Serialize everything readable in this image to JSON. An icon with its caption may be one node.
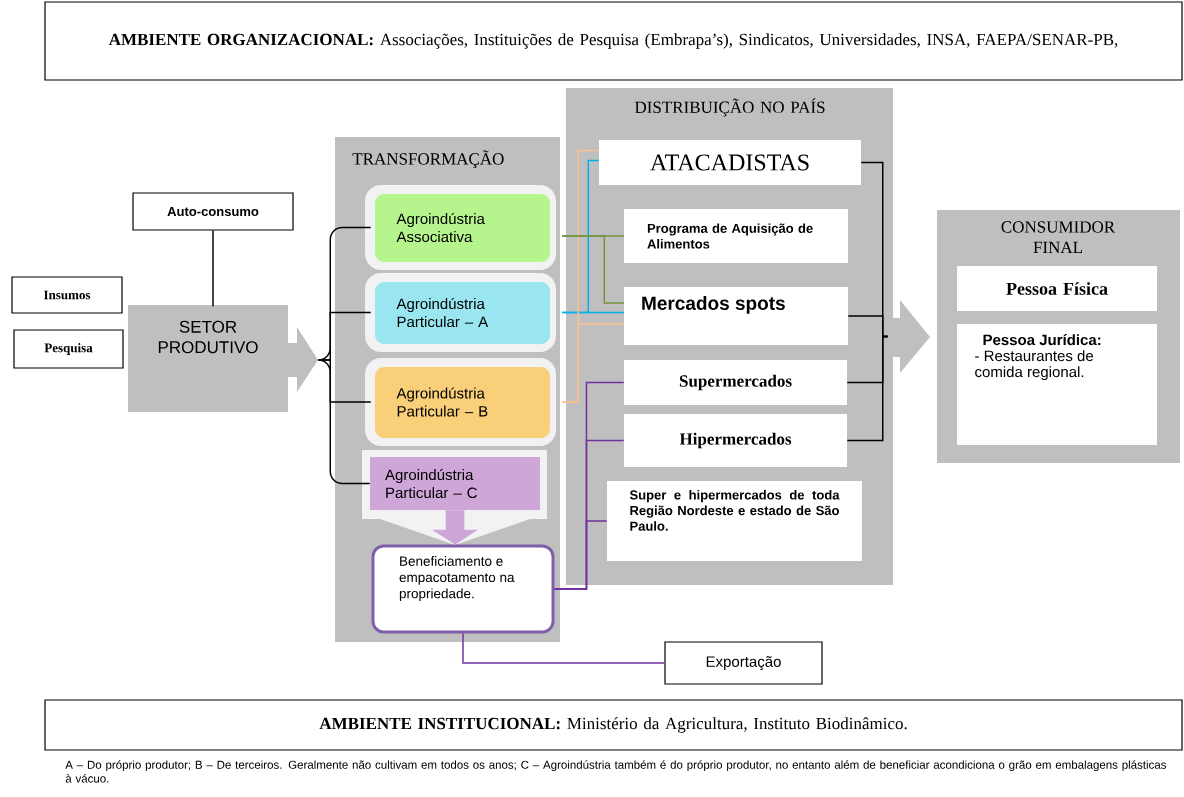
{
  "diagram": {
    "nodes": [
      {
        "text": [
          "**AMBIENTE ORGANIZACIONAL:** Associações, Instituições de Pesquisa (Embrapa’s), Sindicatos, Universidades, INSA, FAEPA/SENAR-PB,"
        ]
      },
      {
        "text": [
          "Auto-consumo"
        ]
      },
      {
        "text": [
          "Insumos"
        ]
      },
      {
        "text": [
          "Pesquisa"
        ]
      },
      {
        "text": [
          "SETOR PRODUTIVO"
        ]
      },
      {
        "text": [
          "TRANSFORMAÇÃO"
        ]
      },
      {
        "text": [
          "Agroindústria Associativa"
        ],
        "in": 5
      },
      {
        "text": [
          "Agroindústria Particular – A"
        ],
        "in": 5
      },
      {
        "text": [
          "Agroindústria Particular – B"
        ],
        "in": 5
      },
      {
        "text": [
          "Agroindústria Particular – C"
        ],
        "in": 5
      },
      {
        "text": [
          "Beneficiamento e empacotamento na propriedade."
        ],
        "in": 5
      },
      {
        "text": [
          "DISTRIBUIÇÃO NO PAÍS"
        ]
      },
      {
        "text": [
          "ATACADISTAS"
        ],
        "in": 11
      },
      {
        "text": [
          "Programa de Aquisição de Alimentos"
        ],
        "in": 11
      },
      {
        "text": [
          "Mercados spots"
        ],
        "in": 11
      },
      {
        "text": [
          "Supermercados"
        ],
        "in": 11
      },
      {
        "text": [
          "Hipermercados"
        ],
        "in": 11
      },
      {
        "text": [
          "Super e hipermercados de toda Região Nordeste e estado de São Paulo."
        ],
        "in": 11
      },
      {
        "text": [],
        "shape": "arrow"
      },
      {
        "text": [
          "CONSUMIDOR FINAL"
        ]
      },
      {
        "text": [
          "Pessoa Física"
        ],
        "in": 19
      },
      {
        "text": [
          "Pessoa Jurídica:",
          "- Restaurantes de comida regional."
        ],
        "in": 19
      },
      {
        "text": [
          "Exportação"
        ]
      },
      {
        "text": [
          "**AMBIENTE INSTITUCIONAL:** Ministério da Agricultura, Instituto Biodinâmico."
        ]
      }
    ],
    "edges": [
      {
        "from": 1,
        "to": 4,
        "arrow": "none"
      },
      {
        "from": 4,
        "to": 6,
        "arrow": "none"
      },
      {
        "from": 4,
        "to": 7,
        "arrow": "none"
      },
      {
        "from": 4,
        "to": 8,
        "arrow": "none"
      },
      {
        "from": 4,
        "to": 9,
        "arrow": "none"
      },
      {
        "from": 7,
        "to": 12,
        "arrow": "none",
        "color": "#00b0f0"
      },
      {
        "from": 7,
        "to": 14,
        "arrow": "none",
        "color": "#00b0f0"
      },
      {
        "from": 8,
        "to": 12,
        "arrow": "none",
        "color": "#fac08f"
      },
      {
        "from": 8,
        "to": 14,
        "arrow": "none",
        "color": "#fac08f"
      },
      {
        "from": 6,
        "to": 13,
        "arrow": "none",
        "color": "#77933c"
      },
      {
        "from": 6,
        "to": 14,
        "arrow": "none",
        "color": "#77933c"
      },
      {
        "from": 10,
        "to": 15,
        "arrow": "none",
        "color": "#7030a0"
      },
      {
        "from": 10,
        "to": 16,
        "arrow": "none",
        "color": "#7030a0"
      },
      {
        "from": 10,
        "to": 17,
        "arrow": "none",
        "color": "#7030a0"
      },
      {
        "from": 10,
        "to": 22,
        "arrow": "none",
        "color": "#7030a0"
      },
      {
        "from": 9,
        "to": 10,
        "arrow": "to",
        "style": "thick",
        "color": "#cda5d6"
      },
      {
        "from": 12,
        "to": 18,
        "arrow": "none"
      },
      {
        "from": 14,
        "to": 18,
        "arrow": "none"
      },
      {
        "from": 15,
        "to": 18,
        "arrow": "none"
      },
      {
        "from": 16,
        "to": 18,
        "arrow": "none"
      }
    ],
    "labels": [
      "A – Do próprio produtor; B – De terceiros. Geralmente não cultivam em todos os anos; C – Agroindústria também é do próprio produtor, no entanto além de beneficiar acondiciona o grão em embalagens plásticas à vácuo."
    ]
  }
}
